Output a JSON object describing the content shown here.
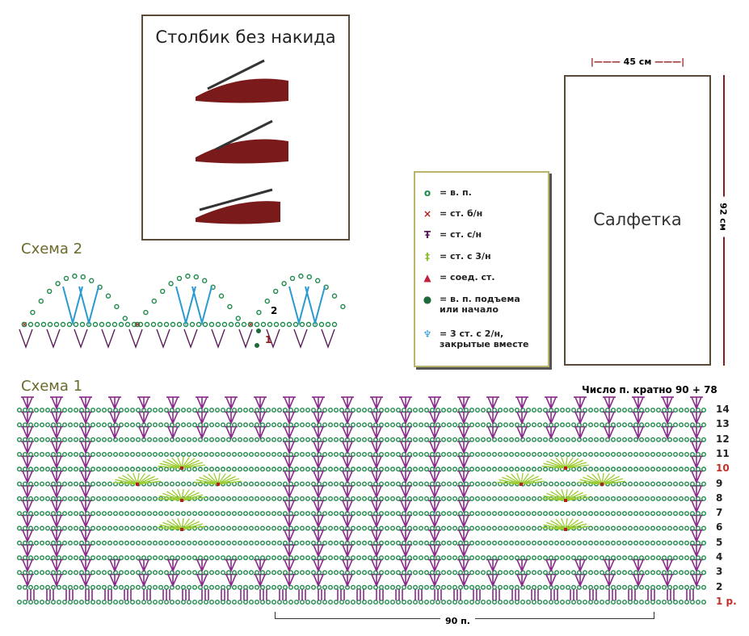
{
  "howto": {
    "title": "Столбик без накида"
  },
  "legend": {
    "items": [
      {
        "icon": "chain-circle-icon",
        "symbol": "o",
        "color": "#1e8a4a",
        "text": "= в. п."
      },
      {
        "icon": "single-crochet-x-icon",
        "symbol": "×",
        "color": "#b02020",
        "text": "= ст. б/н"
      },
      {
        "icon": "double-crochet-icon",
        "symbol": "Ŧ",
        "color": "#5a1e5a",
        "text": "= ст. с/н"
      },
      {
        "icon": "triple-crochet-icon",
        "symbol": "‡",
        "color": "#8cc030",
        "text": "= ст. с 3/н"
      },
      {
        "icon": "slip-stitch-icon",
        "symbol": "▲",
        "color": "#c02040",
        "text": "= соед. ст."
      },
      {
        "icon": "filled-dot-icon",
        "symbol": "●",
        "color": "#1e6a3a",
        "text": "= в. п. подъема",
        "text2": "или начало"
      },
      {
        "icon": "cluster-icon",
        "symbol": "♆",
        "color": "#2a9ad0",
        "text": "= 3 ст. с 2/н,",
        "text2": "закрытые вместе"
      }
    ]
  },
  "napkin": {
    "label": "Салфетка",
    "width": "45 см",
    "height": "92 см"
  },
  "scheme2": {
    "label": "Схема 2",
    "marks": [
      "2",
      "1"
    ]
  },
  "scheme1": {
    "label": "Схема 1",
    "multiple": "Число п. кратно 90 + 78",
    "repeat": "90 п.",
    "rows": [
      "14",
      "13",
      "12",
      "11",
      "10",
      "9",
      "8",
      "7",
      "6",
      "5",
      "4",
      "3",
      "2",
      "1 р."
    ]
  },
  "colors": {
    "chain": "#1e8a4a",
    "dc": "#8a2a8a",
    "tr": "#9ccc30",
    "slip": "#b02020",
    "highlight": "#c0302a"
  }
}
